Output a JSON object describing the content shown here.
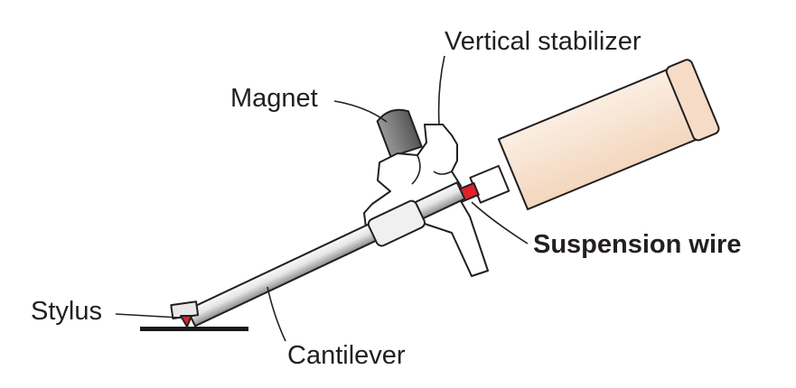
{
  "diagram": {
    "labels": {
      "vertical_stabilizer": "Vertical stabilizer",
      "magnet": "Magnet",
      "suspension_wire": "Suspension wire",
      "stylus": "Stylus",
      "cantilever": "Cantilever"
    },
    "colors": {
      "outline": "#231f20",
      "body": "#ffffff",
      "tube_highlight": "#f2f2f2",
      "tube_shadow": "#8c8c8c",
      "magnet": "#7b7b7b",
      "housing": "#f7e2cf",
      "wire": "#e0222a",
      "stylus_tip": "#e0222a",
      "record_surface": "#1a1a1a"
    }
  }
}
